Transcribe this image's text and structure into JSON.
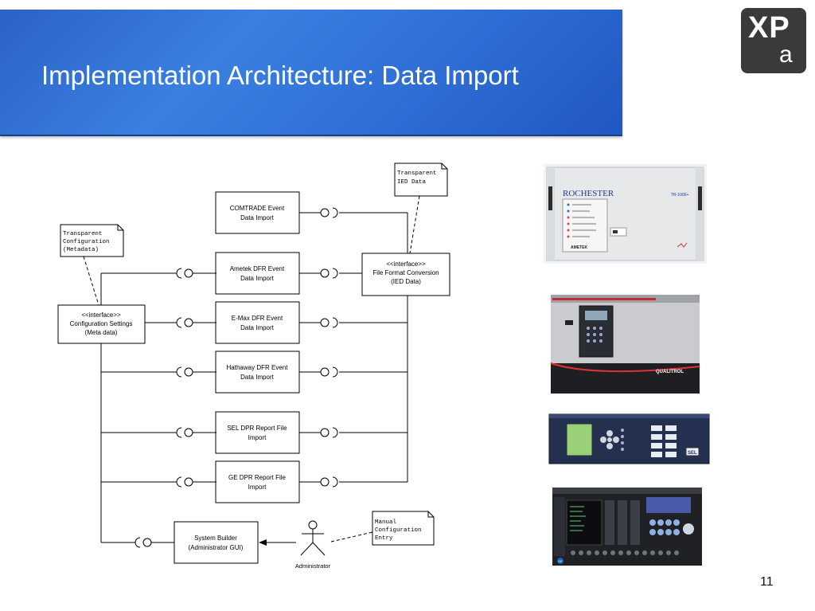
{
  "slide": {
    "title": "Implementation Architecture: Data Import",
    "page_number": "11",
    "logo": {
      "primary": "XP",
      "secondary": "a"
    }
  },
  "diagram": {
    "components": {
      "comtrade": [
        "COMTRADE Event",
        "Data Import"
      ],
      "ametek": [
        "Ametek DFR Event",
        "Data Import"
      ],
      "emax": [
        "E-Max DFR Event",
        "Data Import"
      ],
      "hathaway": [
        "Hathaway DFR Event",
        "Data Import"
      ],
      "sel": [
        "SEL DPR Report File",
        "Import"
      ],
      "ge": [
        "GE DPR Report File",
        "Import"
      ],
      "system_builder": [
        "System Builder",
        "(Administrator GUI)"
      ]
    },
    "interfaces": {
      "config": [
        "<<interface>>",
        "Configuration Settings",
        "(Meta data)"
      ],
      "file_format": [
        "<<interface>>",
        "File Format Conversion",
        "(IED Data)"
      ]
    },
    "notes": {
      "transparent_ied": [
        "Transparent",
        "IED Data"
      ],
      "transparent_config": [
        "Transparent",
        "Configuration",
        "(Metadata)"
      ],
      "manual_config": [
        "Manual",
        "Configuration",
        "Entry"
      ]
    },
    "actor": {
      "label": "Administrator"
    }
  },
  "device_photos": {
    "rochester": {
      "brand": "ROCHESTER",
      "model": "TR-1000+",
      "maker": "AMETEK"
    },
    "qualitrol": {
      "brand": "QUALITROL"
    },
    "sel": {
      "brand": "SEL"
    },
    "ge": {
      "brand": "GE"
    }
  }
}
